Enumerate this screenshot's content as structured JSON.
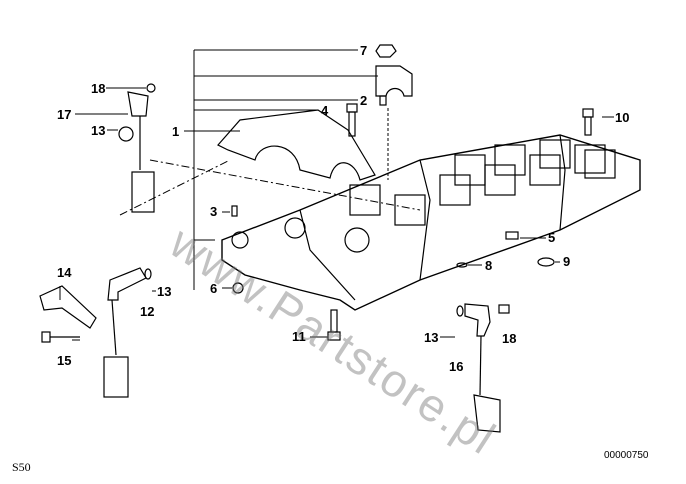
{
  "callouts": [
    {
      "n": "7"
    },
    {
      "n": "2"
    },
    {
      "n": "4"
    },
    {
      "n": "1"
    },
    {
      "n": "3"
    },
    {
      "n": "6"
    },
    {
      "n": "5"
    },
    {
      "n": "8"
    },
    {
      "n": "9"
    },
    {
      "n": "10"
    },
    {
      "n": "11"
    },
    {
      "n": "13"
    },
    {
      "n": "18"
    },
    {
      "n": "16"
    },
    {
      "n": "17"
    },
    {
      "n": "13"
    },
    {
      "n": "18"
    },
    {
      "n": "14"
    },
    {
      "n": "13"
    },
    {
      "n": "12"
    },
    {
      "n": "15"
    }
  ],
  "footer": {
    "left": "S50",
    "right": "00000750"
  },
  "watermark": "www.Partstore.pl"
}
